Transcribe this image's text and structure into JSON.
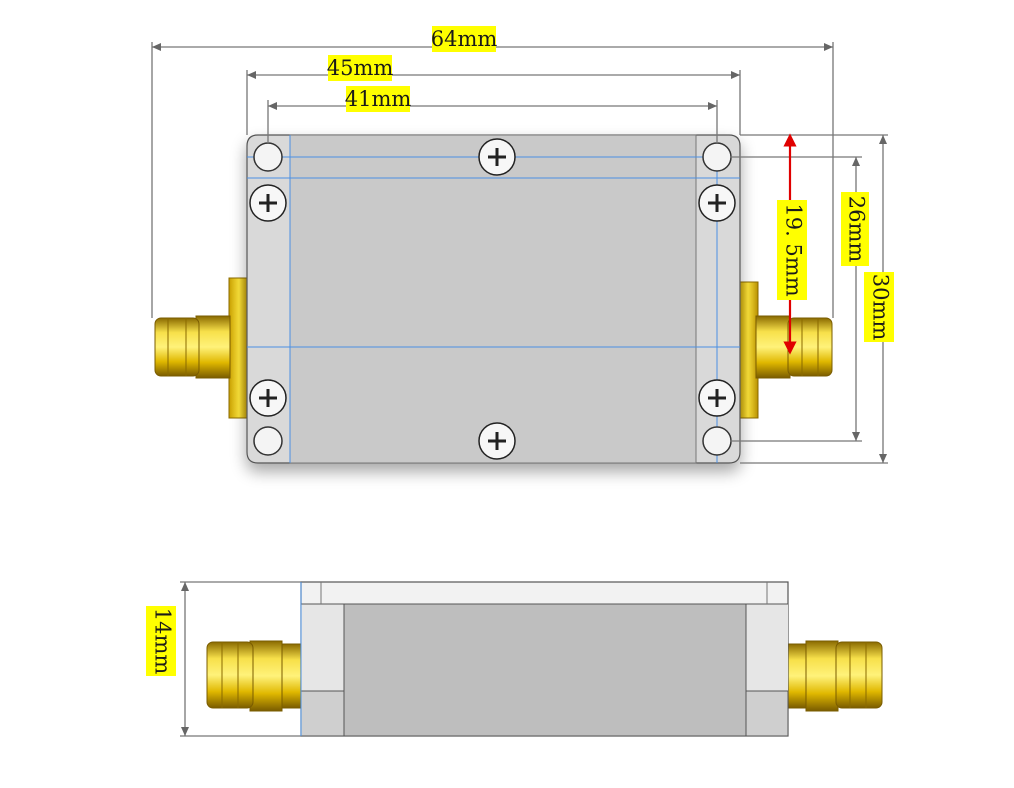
{
  "dimensions": {
    "overall_length": "64mm",
    "flange_length": "45mm",
    "hole_spacing": "41mm",
    "connector_spacing": "19. 5mm",
    "hole_spacing_vertical": "26mm",
    "overall_width": "30mm",
    "height": "14mm"
  },
  "colors": {
    "label_bg": "#ffff00",
    "dim_line": "#666666",
    "red_arrow": "#e00000",
    "housing_top": "#d6d6d6",
    "housing_side": "#bdbdbd",
    "connector_gold": "#e6c200",
    "center_line": "#4a90e2"
  },
  "icons": [
    "screw-cross-icon",
    "mounting-hole-icon",
    "sma-connector-icon"
  ]
}
